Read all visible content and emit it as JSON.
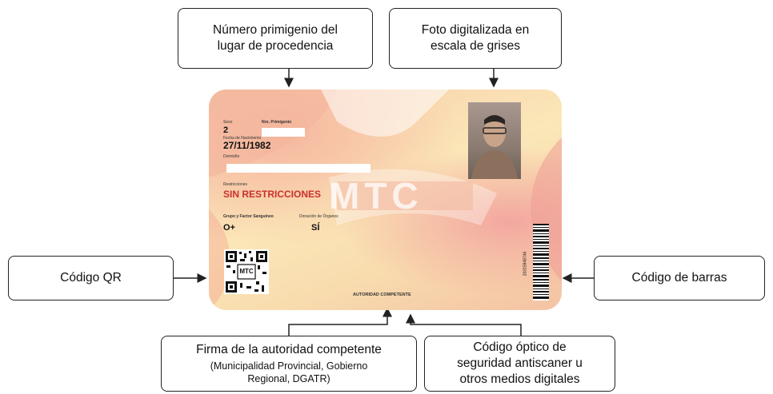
{
  "callouts": {
    "numero_primigenio": "Número primigenio del\nlugar de procedencia",
    "foto": "Foto digitalizada en\nescala de grises",
    "qr": "Código QR",
    "barras": "Código de barras",
    "firma_main": "Firma de la autoridad competente",
    "firma_sub": "(Municipalidad Provincial, Gobierno\nRegional, DGATR)",
    "optico": "Código óptico de\nseguridad antiscaner u\notros medios digitales"
  },
  "card": {
    "watermark": "MTC",
    "sexo_label": "Sexo",
    "sexo_value": "2",
    "nro_primigenio_label": "Nro. Primigenio",
    "fecha_label": "Fecha de Nacimiento",
    "fecha_value": "27/11/1982",
    "domicilio_label": "Domicilio",
    "restricciones_label": "Restricciones",
    "restricciones_value": "SIN RESTRICCIONES",
    "grupo_label": "Grupo y Factor Sanguíneo",
    "grupo_value": "O+",
    "donacion_label": "Donación de Órganos",
    "donacion_value": "SÍ",
    "autoridad": "AUTORIDAD COMPETENTE",
    "qr_text": "MTC",
    "barcode_number": "20315948746",
    "colors": {
      "restricciones": "#c8322c"
    }
  }
}
